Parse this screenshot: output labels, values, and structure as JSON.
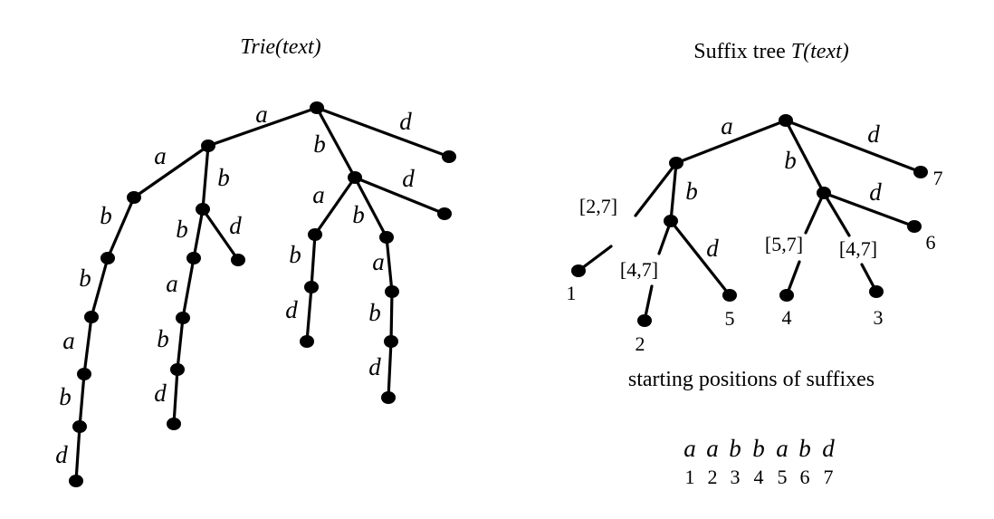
{
  "trie": {
    "title": "Trie(text)",
    "edge_labels": [
      "a",
      "d",
      "a",
      "b",
      "d",
      "b",
      "a",
      "b",
      "b",
      "d",
      "b",
      "a",
      "b",
      "b",
      "a",
      "a",
      "b",
      "b",
      "d",
      "d",
      "d",
      "b",
      "d"
    ]
  },
  "suffix_tree": {
    "title_prefix": "Suffix tree ",
    "title_italic": "T(text)",
    "edge_labels": [
      "a",
      "d",
      "b",
      "b",
      "d",
      "d"
    ],
    "range_labels": [
      "[2,7]",
      "[4,7]",
      "[5,7]",
      "[4,7]"
    ],
    "leaf_numbers": [
      "7",
      "6",
      "1",
      "5",
      "2",
      "4",
      "3"
    ],
    "caption": "starting positions of suffixes",
    "sequence": [
      "a",
      "a",
      "b",
      "b",
      "a",
      "b",
      "d"
    ],
    "positions": [
      "1",
      "2",
      "3",
      "4",
      "5",
      "6",
      "7"
    ]
  }
}
